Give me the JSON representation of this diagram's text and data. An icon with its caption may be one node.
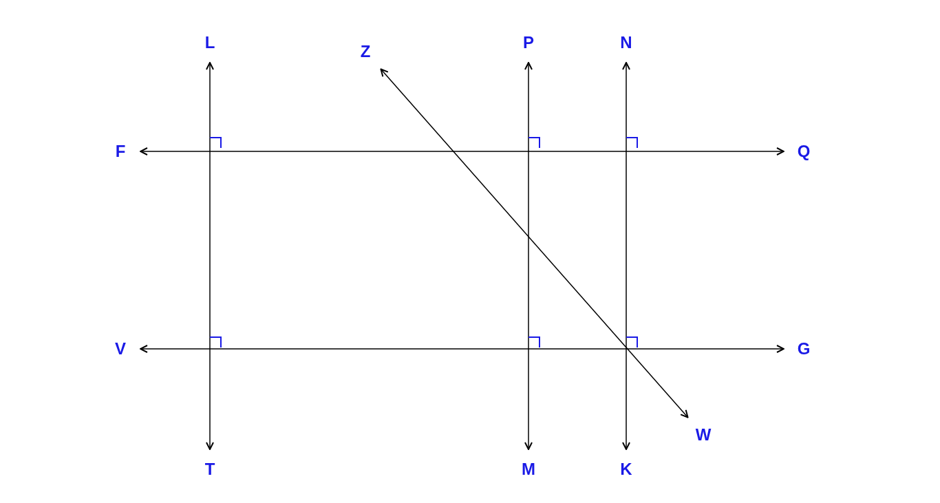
{
  "diagram": {
    "nodes": [
      {
        "text": [
          "L"
        ]
      },
      {
        "text": [
          "Z"
        ]
      },
      {
        "text": [
          "P"
        ]
      },
      {
        "text": [
          "N"
        ]
      },
      {
        "text": [
          "F"
        ]
      },
      {
        "text": [
          "Q"
        ]
      },
      {
        "text": [
          "V"
        ]
      },
      {
        "text": [
          "G"
        ]
      },
      {
        "text": [
          "W"
        ]
      },
      {
        "text": [
          "T"
        ]
      },
      {
        "text": [
          "M"
        ]
      },
      {
        "text": [
          "K"
        ]
      }
    ],
    "edges": [
      {
        "from": 0,
        "to": 9,
        "arrow": "both"
      },
      {
        "from": 2,
        "to": 10,
        "arrow": "both"
      },
      {
        "from": 3,
        "to": 11,
        "arrow": "both"
      },
      {
        "from": 4,
        "to": 5,
        "arrow": "both"
      },
      {
        "from": 6,
        "to": 7,
        "arrow": "both"
      },
      {
        "from": 1,
        "to": 8,
        "arrow": "both"
      }
    ]
  }
}
